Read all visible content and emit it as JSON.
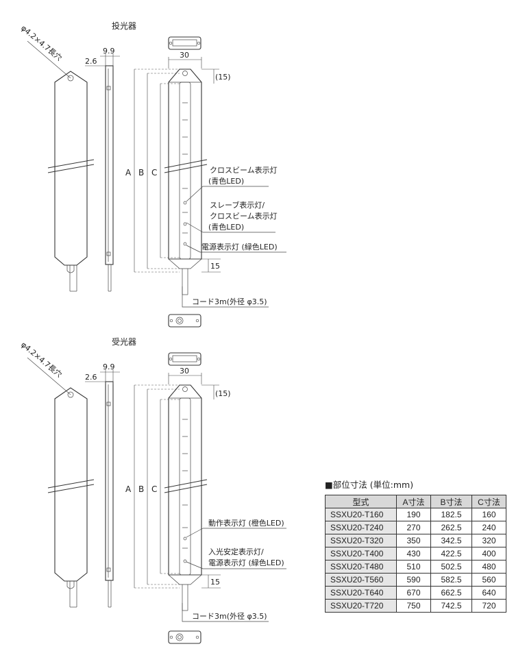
{
  "emitter": {
    "title": "投光器",
    "hole_label": "φ4.2×4.7長穴",
    "dim_side_width": "9.9",
    "dim_side_offset": "2.6",
    "dim_front_width": "30",
    "dim_top": "(15)",
    "dim_bottom": "15",
    "dim_a": "A",
    "dim_b": "B",
    "dim_c": "C",
    "callout_1": "クロスビーム表示灯",
    "callout_1b": "(青色LED)",
    "callout_2": "スレーブ表示灯/",
    "callout_2b": "クロスビーム表示灯",
    "callout_2c": "(青色LED)",
    "callout_3": "電源表示灯 (緑色LED)",
    "cord": "コード3m(外径 φ3.5)"
  },
  "receiver": {
    "title": "受光器",
    "hole_label": "φ4.2×4.7長穴",
    "dim_side_width": "9.9",
    "dim_side_offset": "2.6",
    "dim_front_width": "30",
    "dim_top": "(15)",
    "dim_bottom": "15",
    "dim_a": "A",
    "dim_b": "B",
    "dim_c": "C",
    "callout_1": "動作表示灯 (橙色LED)",
    "callout_2": "入光安定表示灯/",
    "callout_2b": "電源表示灯 (緑色LED)",
    "cord": "コード3m(外径 φ3.5)"
  },
  "table": {
    "title": "■部位寸法 (単位:mm)",
    "headers": [
      "型式",
      "A寸法",
      "B寸法",
      "C寸法"
    ],
    "rows": [
      [
        "SSXU20-T160",
        "190",
        "182.5",
        "160"
      ],
      [
        "SSXU20-T240",
        "270",
        "262.5",
        "240"
      ],
      [
        "SSXU20-T320",
        "350",
        "342.5",
        "320"
      ],
      [
        "SSXU20-T400",
        "430",
        "422.5",
        "400"
      ],
      [
        "SSXU20-T480",
        "510",
        "502.5",
        "480"
      ],
      [
        "SSXU20-T560",
        "590",
        "582.5",
        "560"
      ],
      [
        "SSXU20-T640",
        "670",
        "662.5",
        "640"
      ],
      [
        "SSXU20-T720",
        "750",
        "742.5",
        "720"
      ]
    ]
  }
}
